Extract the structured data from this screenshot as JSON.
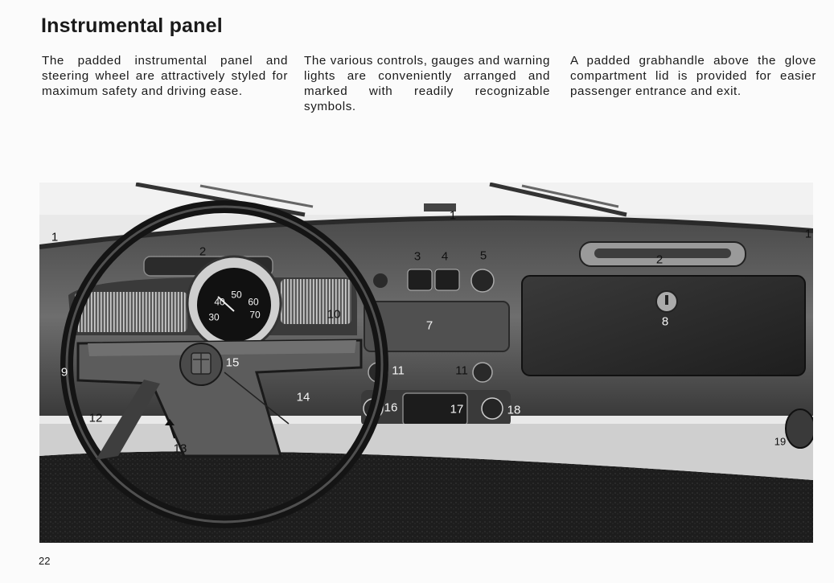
{
  "page": {
    "title": "Instrumental panel",
    "page_number": "22"
  },
  "columns": [
    "The padded instrumental panel and steering wheel are attractively styled for maximum safety and driving ease.",
    "The various controls, gauges and warning lights are conveniently arranged and marked with readily recognizable symbols.",
    "A padded grabhandle above the glove compartment lid is provided for easier passenger entrance and exit."
  ],
  "speedometer_ticks": [
    "30",
    "40",
    "50",
    "60",
    "70"
  ],
  "callouts": {
    "c1_left": "1",
    "c1_center": "1",
    "c1_right": "1",
    "c2_left": "2",
    "c2_right": "2",
    "c3": "3",
    "c4": "4",
    "c5": "5",
    "c7": "7",
    "c8": "8",
    "c9": "9",
    "c10": "10",
    "c11_left": "11",
    "c11_right": "11",
    "c12": "12",
    "c13": "13",
    "c14": "14",
    "c15": "15",
    "c16": "16",
    "c17": "17",
    "c18": "18",
    "c19": "19"
  }
}
